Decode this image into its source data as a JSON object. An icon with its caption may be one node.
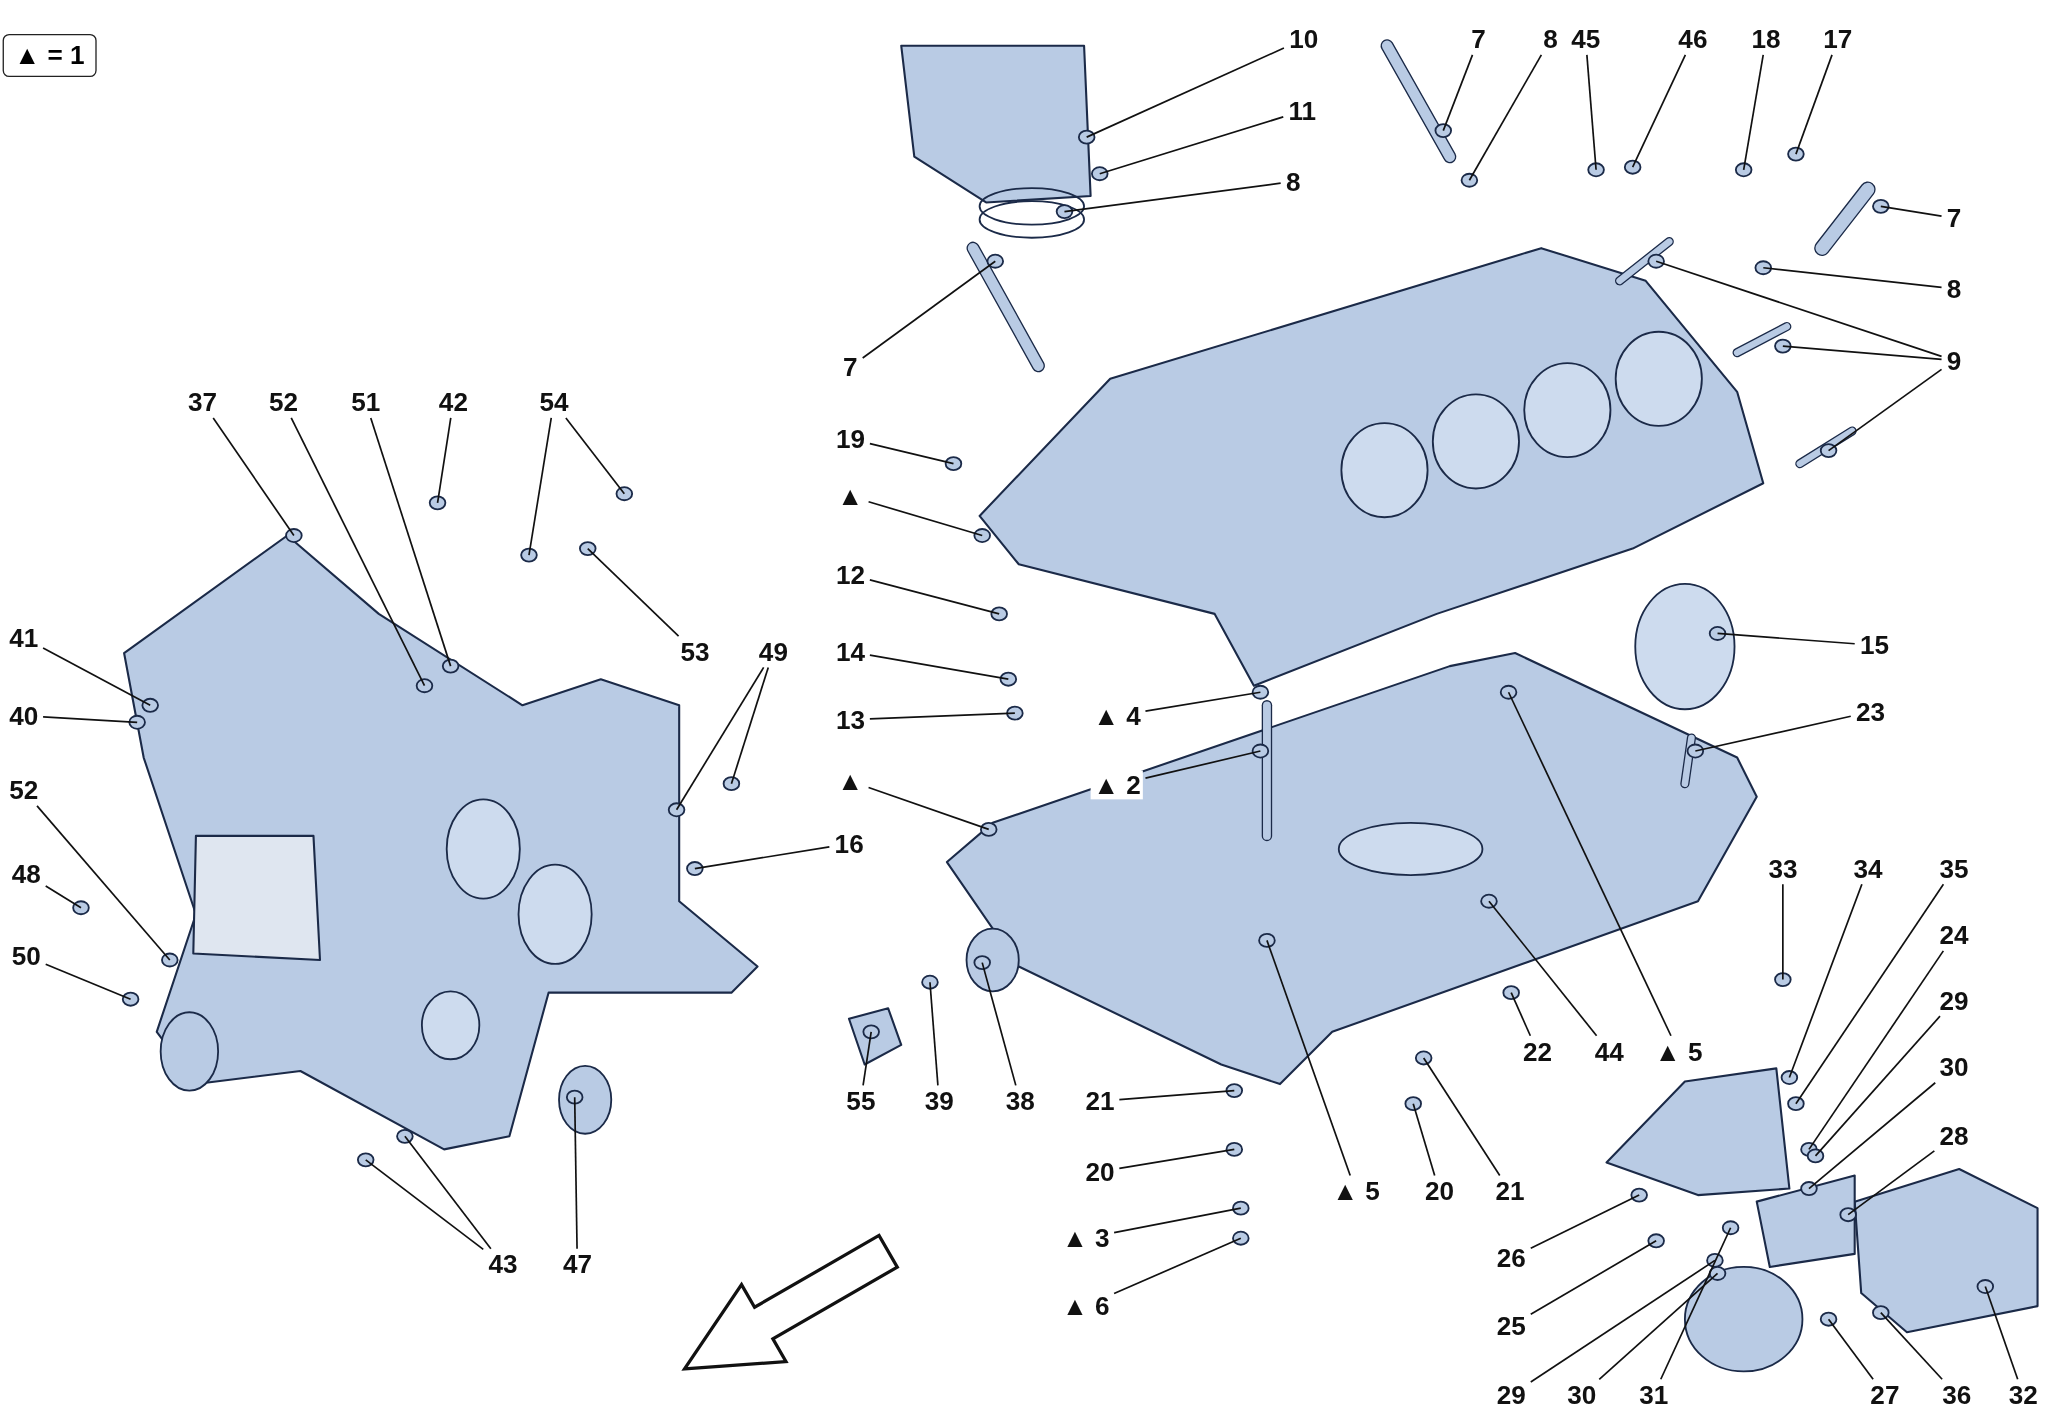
{
  "diagram": {
    "nodes": [
      {
        "text": [
          "10"
        ]
      },
      {
        "text": [
          "11"
        ]
      },
      {
        "text": [
          "8"
        ]
      },
      {
        "text": [
          "7"
        ]
      },
      {
        "text": [
          "7"
        ]
      },
      {
        "text": [
          "8"
        ]
      },
      {
        "text": [
          "45"
        ]
      },
      {
        "text": [
          "46"
        ]
      },
      {
        "text": [
          "18"
        ]
      },
      {
        "text": [
          "17"
        ]
      },
      {
        "text": [
          "7"
        ]
      },
      {
        "text": [
          "8"
        ]
      },
      {
        "text": [
          "9"
        ]
      },
      {
        "text": [
          "19"
        ]
      },
      {
        "text": [
          "▲"
        ]
      },
      {
        "text": [
          "12"
        ]
      },
      {
        "text": [
          "14"
        ]
      },
      {
        "text": [
          "13"
        ]
      },
      {
        "text": [
          "▲ 4"
        ]
      },
      {
        "text": [
          "▲ 2"
        ]
      },
      {
        "text": [
          "▲"
        ]
      },
      {
        "text": [
          "15"
        ]
      },
      {
        "text": [
          "23"
        ]
      },
      {
        "text": [
          "16"
        ]
      },
      {
        "text": [
          "55"
        ]
      },
      {
        "text": [
          "39"
        ]
      },
      {
        "text": [
          "38"
        ]
      },
      {
        "text": [
          "21"
        ]
      },
      {
        "text": [
          "20"
        ]
      },
      {
        "text": [
          "▲ 5"
        ]
      },
      {
        "text": [
          "20"
        ]
      },
      {
        "text": [
          "21"
        ]
      },
      {
        "text": [
          "22"
        ]
      },
      {
        "text": [
          "44"
        ]
      },
      {
        "text": [
          "▲ 5"
        ]
      },
      {
        "text": [
          "▲ 3"
        ]
      },
      {
        "text": [
          "▲ 6"
        ]
      },
      {
        "text": [
          "33"
        ]
      },
      {
        "text": [
          "34"
        ]
      },
      {
        "text": [
          "35"
        ]
      },
      {
        "text": [
          "24"
        ]
      },
      {
        "text": [
          "29"
        ]
      },
      {
        "text": [
          "30"
        ]
      },
      {
        "text": [
          "28"
        ]
      },
      {
        "text": [
          "26"
        ]
      },
      {
        "text": [
          "25"
        ]
      },
      {
        "text": [
          "29"
        ]
      },
      {
        "text": [
          "30"
        ]
      },
      {
        "text": [
          "31"
        ]
      },
      {
        "text": [
          "27"
        ]
      },
      {
        "text": [
          "36"
        ]
      },
      {
        "text": [
          "32"
        ]
      },
      {
        "text": [
          "37"
        ]
      },
      {
        "text": [
          "52"
        ]
      },
      {
        "text": [
          "51"
        ]
      },
      {
        "text": [
          "42"
        ]
      },
      {
        "text": [
          "54"
        ]
      },
      {
        "text": [
          "53"
        ]
      },
      {
        "text": [
          "49"
        ]
      },
      {
        "text": [
          "41"
        ]
      },
      {
        "text": [
          "40"
        ]
      },
      {
        "text": [
          "52"
        ]
      },
      {
        "text": [
          "50"
        ]
      },
      {
        "text": [
          "43"
        ]
      },
      {
        "text": [
          "47"
        ]
      },
      {
        "text": [
          "48"
        ]
      }
    ],
    "edges": [
      {
        "from": 0,
        "to": null,
        "arrow": "none"
      },
      {
        "from": 1,
        "to": null,
        "arrow": "none"
      },
      {
        "from": 2,
        "to": null,
        "arrow": "none"
      },
      {
        "from": 3,
        "to": null,
        "arrow": "none"
      },
      {
        "from": 4,
        "to": null,
        "arrow": "none"
      },
      {
        "from": 5,
        "to": null,
        "arrow": "none"
      },
      {
        "from": 6,
        "to": null,
        "arrow": "none"
      },
      {
        "from": 7,
        "to": null,
        "arrow": "none"
      },
      {
        "from": 8,
        "to": null,
        "arrow": "none"
      },
      {
        "from": 9,
        "to": null,
        "arrow": "none"
      },
      {
        "from": 10,
        "to": null,
        "arrow": "none"
      },
      {
        "from": 11,
        "to": null,
        "arrow": "none"
      },
      {
        "from": 12,
        "to": null,
        "arrow": "none"
      },
      {
        "from": 12,
        "to": null,
        "arrow": "none"
      },
      {
        "from": 12,
        "to": null,
        "arrow": "none"
      },
      {
        "from": 13,
        "to": null,
        "arrow": "none"
      },
      {
        "from": 14,
        "to": null,
        "arrow": "none"
      },
      {
        "from": 15,
        "to": null,
        "arrow": "none"
      },
      {
        "from": 16,
        "to": null,
        "arrow": "none"
      },
      {
        "from": 17,
        "to": null,
        "arrow": "none"
      },
      {
        "from": 18,
        "to": null,
        "arrow": "none"
      },
      {
        "from": 19,
        "to": null,
        "arrow": "none"
      },
      {
        "from": 20,
        "to": null,
        "arrow": "none"
      },
      {
        "from": 21,
        "to": null,
        "arrow": "none"
      },
      {
        "from": 22,
        "to": null,
        "arrow": "none"
      },
      {
        "from": 23,
        "to": null,
        "arrow": "none"
      },
      {
        "from": 24,
        "to": null,
        "arrow": "none"
      },
      {
        "from": 25,
        "to": null,
        "arrow": "none"
      },
      {
        "from": 26,
        "to": null,
        "arrow": "none"
      },
      {
        "from": 27,
        "to": null,
        "arrow": "none"
      },
      {
        "from": 28,
        "to": null,
        "arrow": "none"
      },
      {
        "from": 29,
        "to": null,
        "arrow": "none"
      },
      {
        "from": 30,
        "to": null,
        "arrow": "none"
      },
      {
        "from": 31,
        "to": null,
        "arrow": "none"
      },
      {
        "from": 32,
        "to": null,
        "arrow": "none"
      },
      {
        "from": 33,
        "to": null,
        "arrow": "none"
      },
      {
        "from": 34,
        "to": null,
        "arrow": "none"
      },
      {
        "from": 35,
        "to": null,
        "arrow": "none"
      },
      {
        "from": 36,
        "to": null,
        "arrow": "none"
      },
      {
        "from": 37,
        "to": null,
        "arrow": "none"
      },
      {
        "from": 38,
        "to": null,
        "arrow": "none"
      },
      {
        "from": 39,
        "to": null,
        "arrow": "none"
      },
      {
        "from": 40,
        "to": null,
        "arrow": "none"
      },
      {
        "from": 41,
        "to": null,
        "arrow": "none"
      },
      {
        "from": 42,
        "to": null,
        "arrow": "none"
      },
      {
        "from": 43,
        "to": null,
        "arrow": "none"
      },
      {
        "from": 44,
        "to": null,
        "arrow": "none"
      },
      {
        "from": 45,
        "to": null,
        "arrow": "none"
      },
      {
        "from": 46,
        "to": null,
        "arrow": "none"
      },
      {
        "from": 47,
        "to": null,
        "arrow": "none"
      },
      {
        "from": 48,
        "to": null,
        "arrow": "none"
      },
      {
        "from": 49,
        "to": null,
        "arrow": "none"
      },
      {
        "from": 50,
        "to": null,
        "arrow": "none"
      },
      {
        "from": 51,
        "to": null,
        "arrow": "none"
      },
      {
        "from": 52,
        "to": null,
        "arrow": "none"
      },
      {
        "from": 53,
        "to": null,
        "arrow": "none"
      },
      {
        "from": 54,
        "to": null,
        "arrow": "none"
      },
      {
        "from": 55,
        "to": null,
        "arrow": "none"
      },
      {
        "from": 56,
        "to": null,
        "arrow": "none"
      },
      {
        "from": 56,
        "to": null,
        "arrow": "none"
      },
      {
        "from": 57,
        "to": null,
        "arrow": "none"
      },
      {
        "from": 58,
        "to": null,
        "arrow": "none"
      },
      {
        "from": 58,
        "to": null,
        "arrow": "none"
      },
      {
        "from": 59,
        "to": null,
        "arrow": "none"
      },
      {
        "from": 60,
        "to": null,
        "arrow": "none"
      },
      {
        "from": 61,
        "to": null,
        "arrow": "none"
      },
      {
        "from": 62,
        "to": null,
        "arrow": "none"
      },
      {
        "from": 63,
        "to": null,
        "arrow": "none"
      },
      {
        "from": 63,
        "to": null,
        "arrow": "none"
      },
      {
        "from": 64,
        "to": null,
        "arrow": "none"
      },
      {
        "from": 65,
        "to": null,
        "arrow": "none"
      }
    ],
    "labels": [
      "▲ = 1"
    ]
  }
}
